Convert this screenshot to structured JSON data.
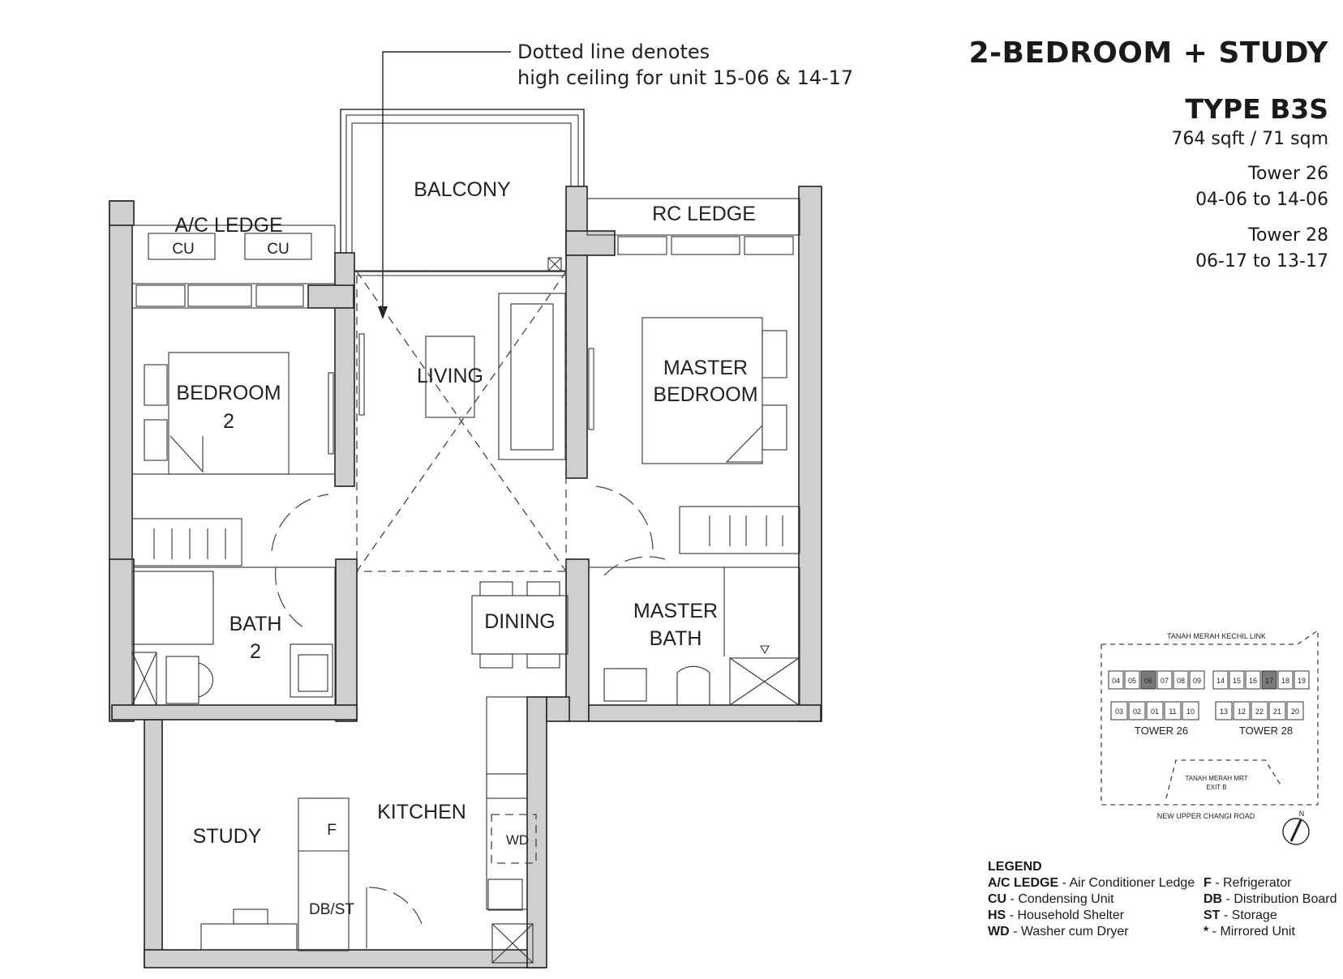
{
  "title": "2-BEDROOM + STUDY",
  "unit_type": "TYPE B3S",
  "area": "764 sqft / 71 sqm",
  "towers": [
    {
      "name": "Tower 26",
      "units": "04-06 to 14-06"
    },
    {
      "name": "Tower 28",
      "units": "06-17 to 13-17"
    }
  ],
  "note": {
    "line1": "Dotted line denotes",
    "line2": "high ceiling for unit 15-06 & 14-17"
  },
  "rooms": {
    "balcony": "BALCONY",
    "ac_ledge": "A/C LEDGE",
    "cu": "CU",
    "rc_ledge": "RC LEDGE",
    "bedroom2_l1": "BEDROOM",
    "bedroom2_l2": "2",
    "living": "LIVING",
    "master_l1": "MASTER",
    "master_l2": "BEDROOM",
    "bath2_l1": "BATH",
    "bath2_l2": "2",
    "dining": "DINING",
    "masterbath_l1": "MASTER",
    "masterbath_l2": "BATH",
    "study": "STUDY",
    "kitchen": "KITCHEN",
    "fridge": "F",
    "dbst": "DB/ST",
    "wd": "WD"
  },
  "keyplan": {
    "road_top": "TANAH MERAH KECHIL LINK",
    "tower26": "TOWER 26",
    "tower28": "TOWER 28",
    "mrt_l1": "TANAH MERAH MRT",
    "mrt_l2": "EXIT B",
    "road_bottom": "NEW UPPER CHANGI ROAD",
    "north": "N",
    "units26_top": [
      "04",
      "05",
      "06",
      "07",
      "08",
      "09"
    ],
    "units26_bottom": [
      "03",
      "02",
      "01",
      "11",
      "10"
    ],
    "units28_top": [
      "14",
      "15",
      "16",
      "17",
      "18",
      "19"
    ],
    "units28_bottom": [
      "13",
      "12",
      "22",
      "21",
      "20"
    ]
  },
  "legend": {
    "title": "LEGEND",
    "items": [
      {
        "abbr": "A/C LEDGE",
        "desc": " - Air Conditioner Ledge"
      },
      {
        "abbr": "CU",
        "desc": " - Condensing Unit"
      },
      {
        "abbr": "HS",
        "desc": " - Household Shelter"
      },
      {
        "abbr": "WD",
        "desc": " - Washer cum Dryer"
      },
      {
        "abbr": "F",
        "desc": " - Refrigerator"
      },
      {
        "abbr": "DB",
        "desc": " - Distribution Board"
      },
      {
        "abbr": "ST",
        "desc": " - Storage"
      },
      {
        "abbr": "*",
        "desc": " - Mirrored Unit"
      }
    ]
  }
}
